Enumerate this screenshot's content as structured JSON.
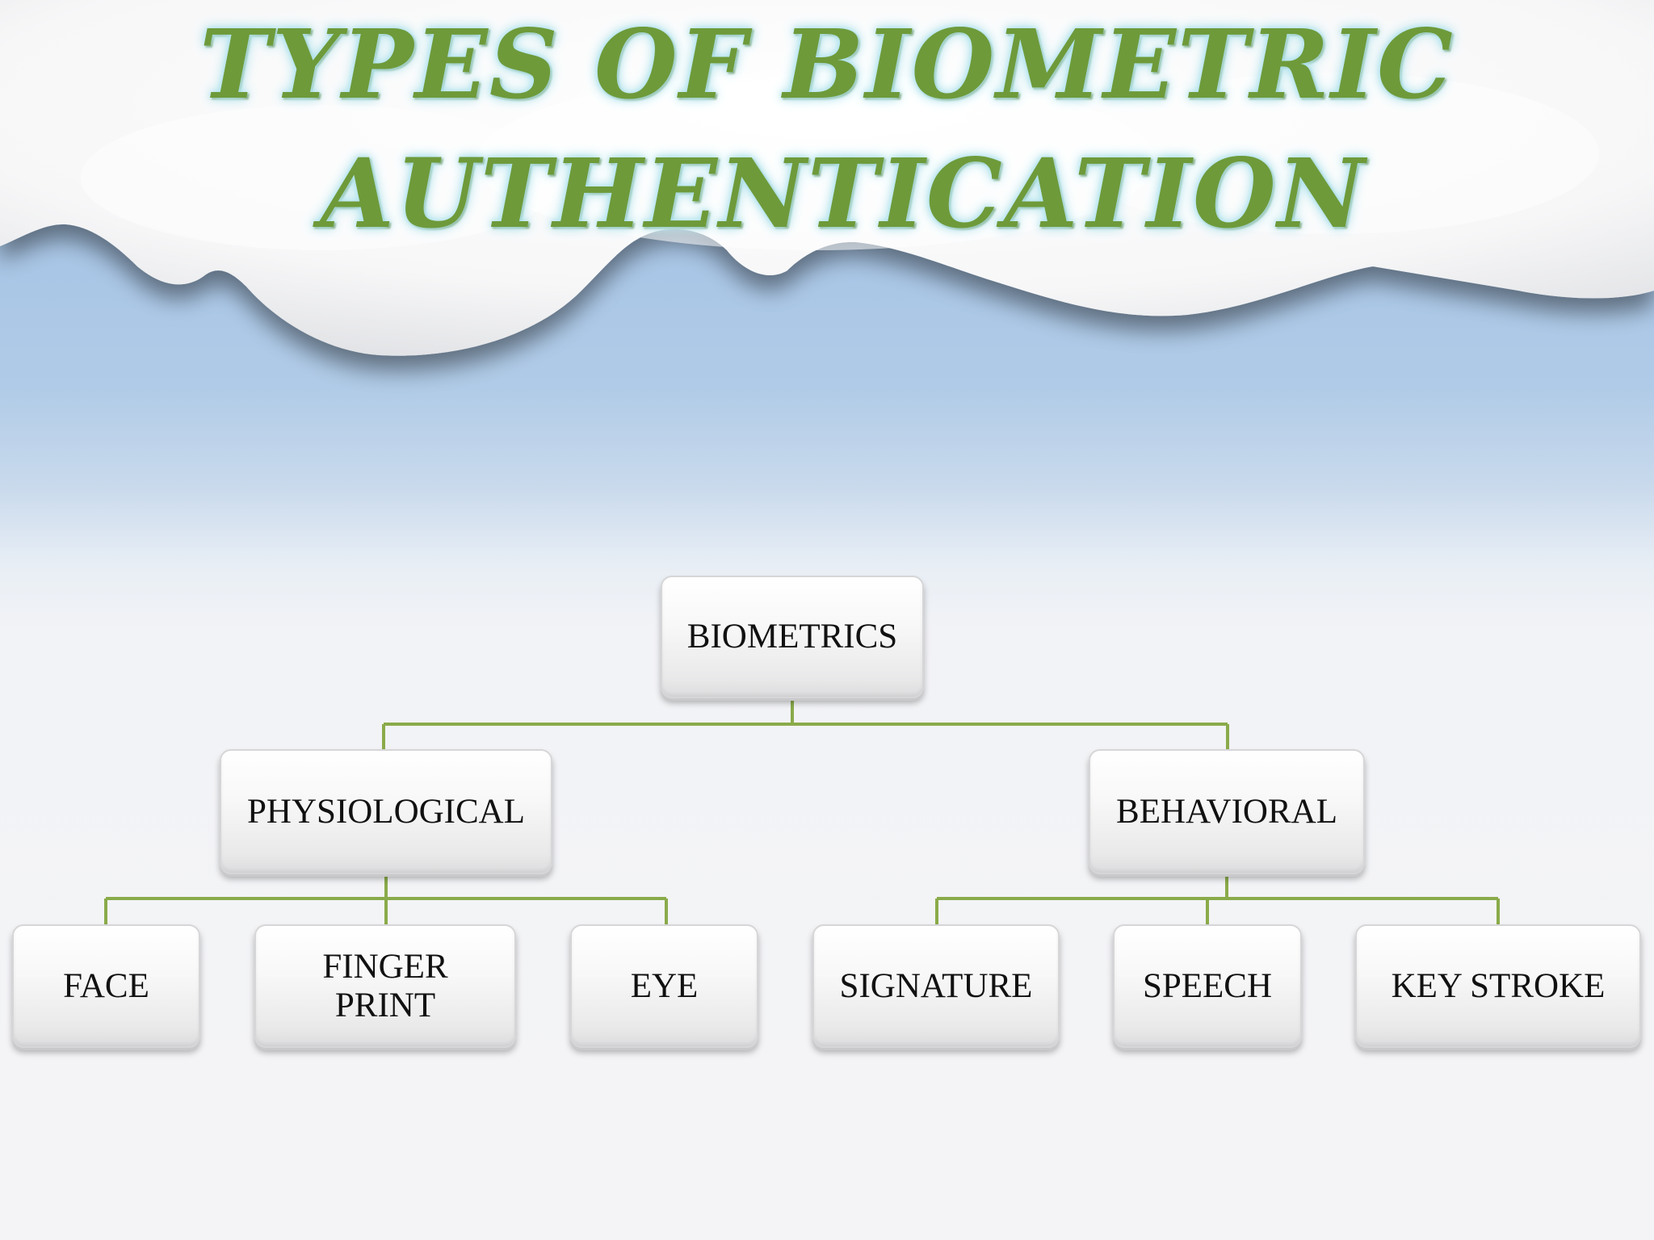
{
  "slide": {
    "title_line1": "TYPES OF BIOMETRIC",
    "title_line2": "AUTHENTICATION"
  },
  "diagram": {
    "root": {
      "label": "BIOMETRICS"
    },
    "branches": [
      {
        "label": "PHYSIOLOGICAL",
        "children": [
          "FACE",
          "FINGER PRINT",
          "EYE"
        ]
      },
      {
        "label": "BEHAVIORAL",
        "children": [
          "SIGNATURE",
          "SPEECH",
          "KEY STROKE"
        ]
      }
    ],
    "finger_print_line1": "FINGER",
    "finger_print_line2": "PRINT"
  },
  "colors": {
    "connector": "#8aab4a",
    "title": "#6e9a3a",
    "title_glow": "#a7dde8",
    "sky": "#a9c6e6",
    "cloud": "#ffffff"
  }
}
